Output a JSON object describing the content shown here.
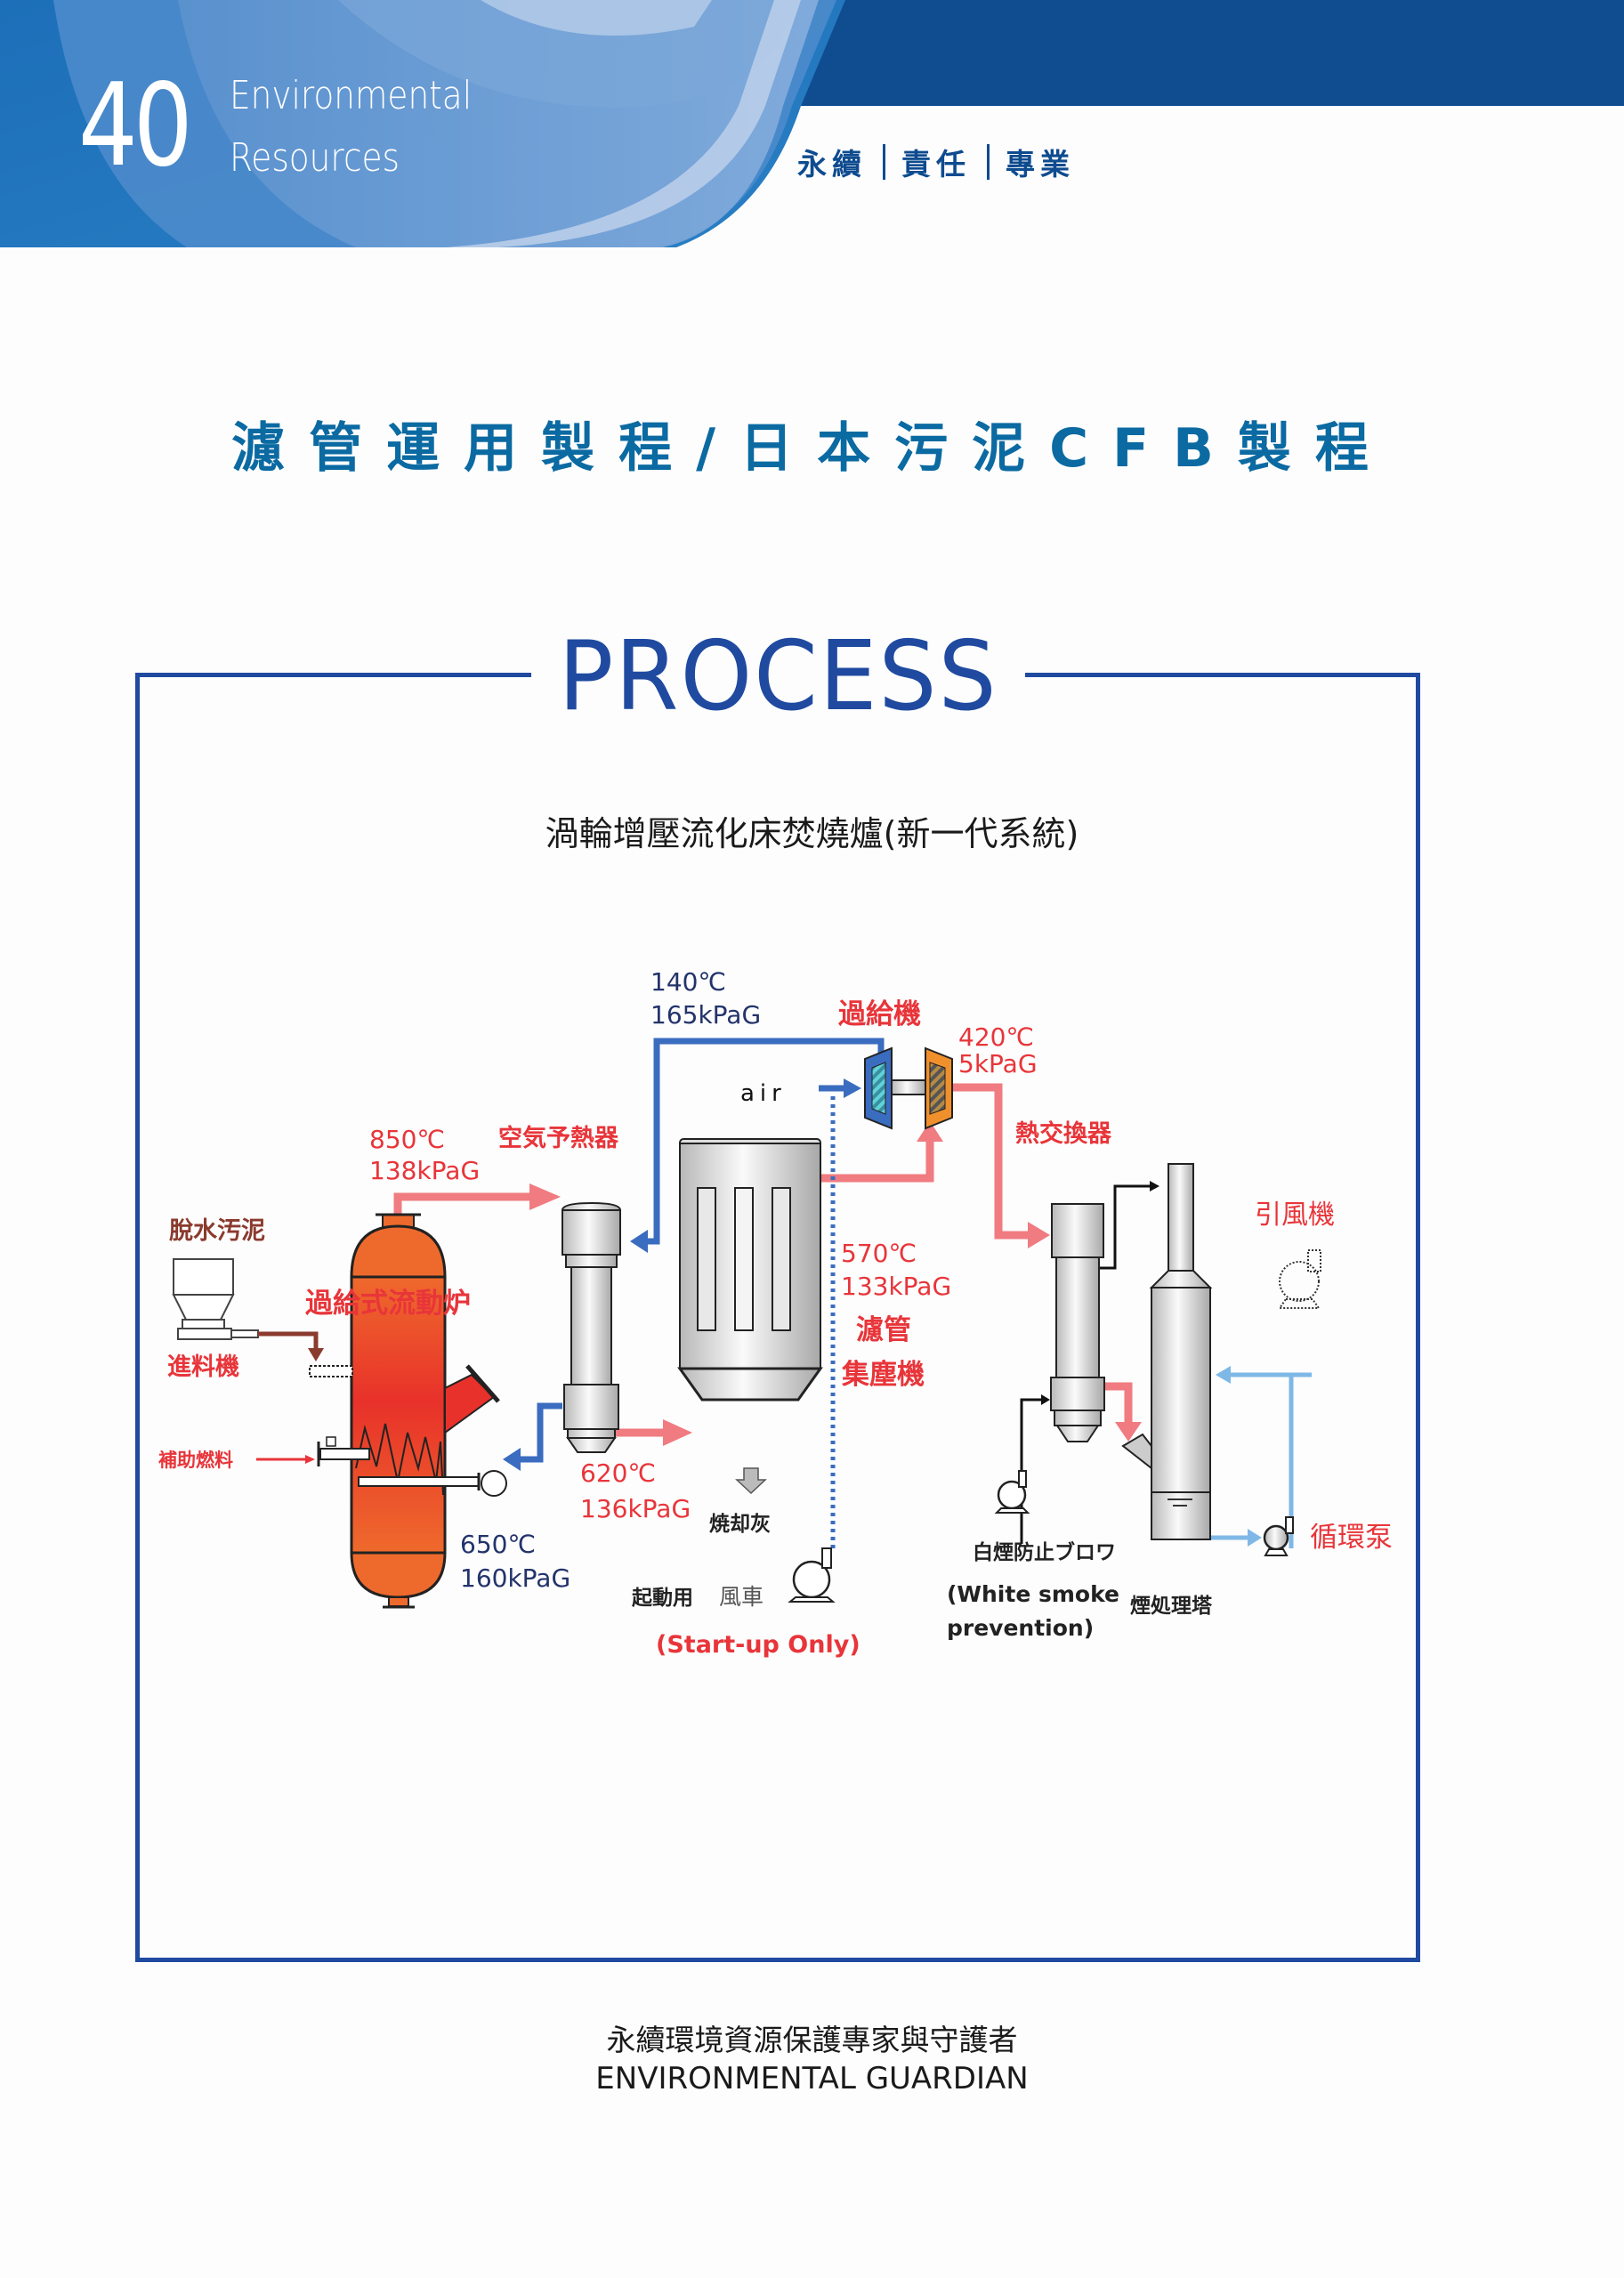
{
  "header": {
    "page_number": "40",
    "section_line1": "Environmental",
    "section_line2": "Resources",
    "slogan": [
      "永續",
      "責任",
      "專業"
    ],
    "colors": {
      "dark_blue": "#0e4b8f",
      "mid_blue": "#3b82c4",
      "light_blue": "#a9c4e6"
    }
  },
  "page_title": "濾管運用製程/日本污泥CFB製程",
  "process_heading": "PROCESS",
  "diagram": {
    "title": "渦輪增壓流化床焚燒爐(新一代系統)",
    "labels": {
      "dewatered_sludge": "脫水汚泥",
      "feeder": "進料機",
      "aux_fuel": "補助燃料",
      "furnace": "過給式流動炉",
      "air_preheater": "空気予熱器",
      "turbocharger": "過給機",
      "air": "air",
      "heat_exchanger": "熱交換器",
      "filter_collector_line1": "濾管",
      "filter_collector_line2": "集塵機",
      "ash": "焼却灰",
      "startup_fan_cn": "起動用",
      "startup_fan_cn2": "風車",
      "startup_only": "(Start-up Only)",
      "induced_fan": "引風機",
      "circulation_pump": "循環泵",
      "white_smoke_blower": "白煙防止ブロワ",
      "white_smoke_en_1": "(White smoke",
      "white_smoke_en_2": "prevention)",
      "scrubber": "煙処理塔"
    },
    "conditions": {
      "furnace_out_temp": "850℃",
      "furnace_out_press": "138kPaG",
      "preheater_air_temp": "140℃",
      "preheater_air_press": "165kPaG",
      "turbine_out_temp": "420℃",
      "turbine_out_press": "5kPaG",
      "filter_out_temp": "570℃",
      "filter_out_press": "133kPaG",
      "preheater_gas_temp": "620℃",
      "preheater_gas_press": "136kPaG",
      "furnace_air_temp": "650℃",
      "furnace_air_press": "160kPaG"
    },
    "colors": {
      "hot_gas": "#f07b80",
      "air_line": "#3a6cc0",
      "water_line": "#7fb8e6",
      "label_red": "#e8353a",
      "label_navy": "#23336b",
      "furnace_orange": "#ee6a2c",
      "furnace_red": "#e8312a",
      "sludge_brown": "#8b3a2e"
    }
  },
  "footer": {
    "tagline_cn": "永續環境資源保護專家與守護者",
    "tagline_en": "ENVIRONMENTAL GUARDIAN"
  }
}
